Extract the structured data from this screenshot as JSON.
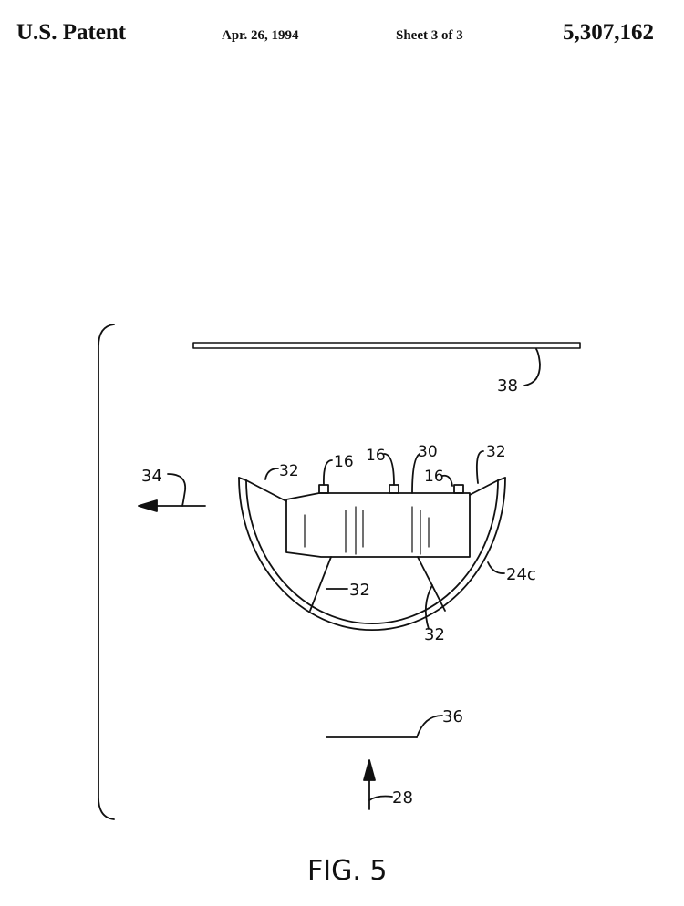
{
  "header": {
    "patent_label": "U.S. Patent",
    "date": "Apr. 26, 1994",
    "sheet": "Sheet 3 of 3",
    "patent_number": "5,307,162"
  },
  "figure": {
    "caption": "FIG. 5",
    "labels": {
      "ref_38": "38",
      "ref_34": "34",
      "ref_32_left": "32",
      "ref_16_left": "16",
      "ref_16_mid": "16",
      "ref_30": "30",
      "ref_16_right": "16",
      "ref_32_right": "32",
      "ref_24c": "24c",
      "ref_32_inner": "32",
      "ref_32_bottom": "32",
      "ref_36": "36",
      "ref_28": "28"
    }
  }
}
